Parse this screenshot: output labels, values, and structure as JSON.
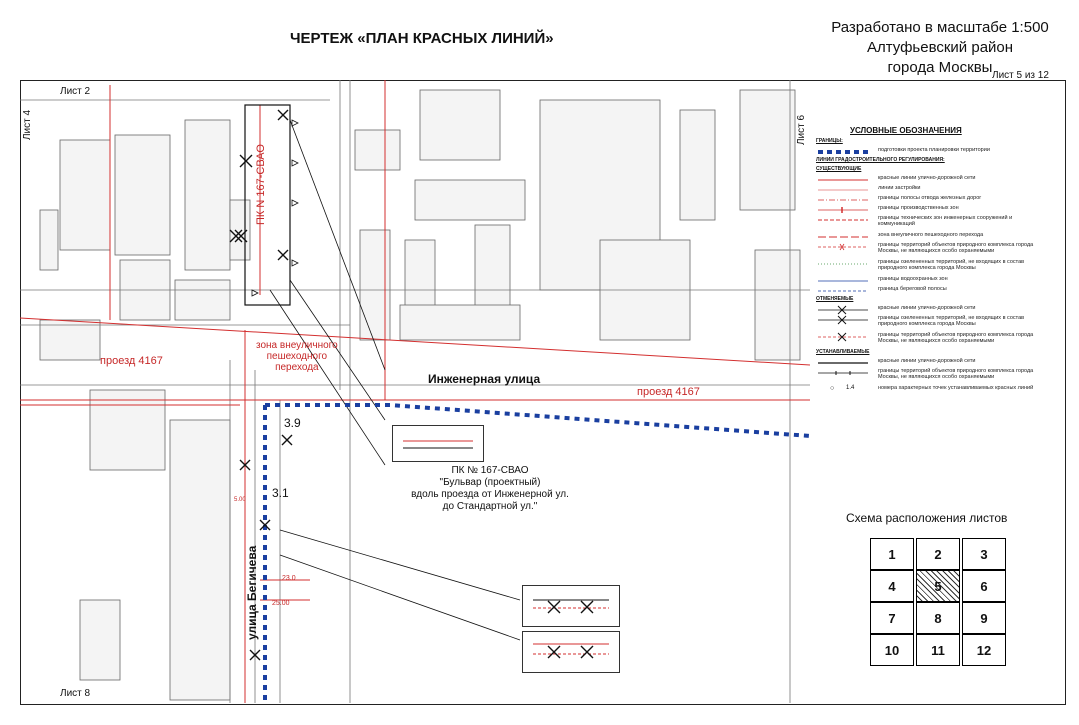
{
  "header": {
    "title": "ЧЕРТЕЖ «ПЛАН КРАСНЫХ ЛИНИЙ»",
    "scale_lines": [
      "Разработано в масштабе 1:500",
      "Алтуфьевский район",
      "города Москвы"
    ],
    "sheet": "Лист 5 из 12"
  },
  "map": {
    "sheet_labels": {
      "top_left": "Лист 2",
      "left": "Лист 4",
      "right": "Лист 6",
      "bottom_left": "Лист 8"
    },
    "streets": {
      "main": "Инженерная улица",
      "vertical": "улица Бегичева",
      "passage_left": "проезд 4167",
      "passage_right": "проезд 4167"
    },
    "zone_label": [
      "зона внеуличного",
      "пешеходного",
      "перехода"
    ],
    "pk_rotated": "ПК N 167-СВАО",
    "point_labels": [
      "3.9",
      "3.1"
    ],
    "dimensions": [
      "23.0",
      "25.00",
      "5.00"
    ],
    "pk_note": [
      "ПК № 167-СВАО",
      "\"Бульвар (проектный)",
      "вдоль проезда от Инженерной ул.",
      "до Стандартной ул.\""
    ]
  },
  "legend": {
    "title": "УСЛОВНЫЕ ОБОЗНАЧЕНИЯ",
    "groups": [
      {
        "head": "ГРАНИЦЫ:",
        "items": [
          {
            "text": "подготовки проекта планировки территории",
            "style": "blue-dash"
          }
        ]
      },
      {
        "head": "ЛИНИИ ГРАДОСТРОИТЕЛЬНОГО РЕГУЛИРОВАНИЯ:",
        "items": []
      },
      {
        "head": "СУЩЕСТВУЮЩИЕ",
        "items": [
          {
            "text": "красные линии улично-дорожной сети",
            "style": "red"
          },
          {
            "text": "линии застройки",
            "style": "red-thin"
          },
          {
            "text": "границы полосы отвода железных дорог",
            "style": "dash-dot"
          },
          {
            "text": "границы производственных зон",
            "style": "red-tri"
          },
          {
            "text": "границы технических зон инженерных сооружений и коммуникаций",
            "style": "red-dash"
          },
          {
            "text": "зона внеуличного пешеходного перехода",
            "style": "red-dash2"
          },
          {
            "text": "границы территорий объектов природного комплекса города Москвы, не являющихся особо охраняемыми",
            "style": "red-x"
          },
          {
            "text": "границы озелененных территорий, не входящих в состав природного комплекса города Москвы",
            "style": "green-dot"
          },
          {
            "text": "границы водоохранных зон",
            "style": "blue-tri"
          },
          {
            "text": "граница береговой полосы",
            "style": "blue-dash2"
          }
        ]
      },
      {
        "head": "ОТМЕНЯЕМЫЕ",
        "items": [
          {
            "text": "красные линии улично-дорожной сети",
            "style": "x-black"
          },
          {
            "text": "границы озелененных территорий, не входящих в состав природного комплекса города Москвы",
            "style": "x-black"
          },
          {
            "text": "границы территорий объектов природного комплекса города Москвы, не являющихся особо охраняемыми",
            "style": "x-red"
          }
        ]
      },
      {
        "head": "УСТАНАВЛИВАЕМЫЕ",
        "items": [
          {
            "text": "красные линии улично-дорожной сети",
            "style": "black"
          },
          {
            "text": "границы территорий объектов природного комплекса города Москвы, не являющихся особо охраняемыми",
            "style": "black-tick"
          },
          {
            "text": "номера характерных точек устанавливаемых красных линий",
            "style": "point",
            "marker": "1.4"
          }
        ]
      }
    ]
  },
  "scheme": {
    "title": "Схема расположения листов",
    "cells": [
      "1",
      "2",
      "3",
      "4",
      "5",
      "6",
      "7",
      "8",
      "9",
      "10",
      "11",
      "12"
    ],
    "current": "5"
  }
}
